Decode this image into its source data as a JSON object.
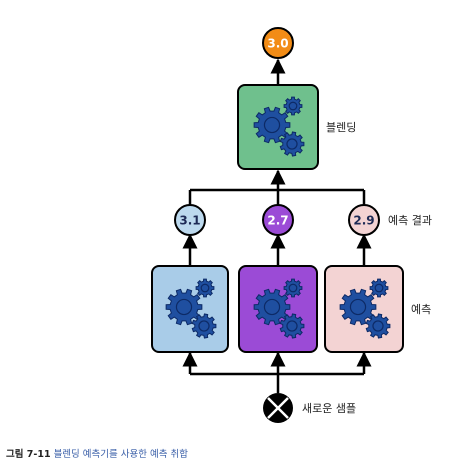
{
  "nodes": {
    "output": {
      "value": "3.0",
      "fill": "#f28c16",
      "text_color": "#ffffff"
    },
    "blender": {
      "label": "블렌딩",
      "fill": "#6fc08d"
    },
    "predictors": [
      {
        "value": "3.1",
        "circle_fill": "#bcd9ee",
        "text_color": "#1d2a55",
        "box_fill": "#a9cce8"
      },
      {
        "value": "2.7",
        "circle_fill": "#9b4bd6",
        "text_color": "#ffffff",
        "box_fill": "#9b4bd6"
      },
      {
        "value": "2.9",
        "circle_fill": "#f3d3d3",
        "text_color": "#1d2a55",
        "box_fill": "#f3d3d3"
      }
    ],
    "predictions_label": "예측 결과",
    "predictors_label": "예측",
    "input_label": "새로운 샘플"
  },
  "caption": {
    "figure": "그림 7-11",
    "text": "블렌딩 예측기를 사용한 예측 취합"
  },
  "colors": {
    "gear": "#1f4fa0",
    "line": "#000000"
  }
}
